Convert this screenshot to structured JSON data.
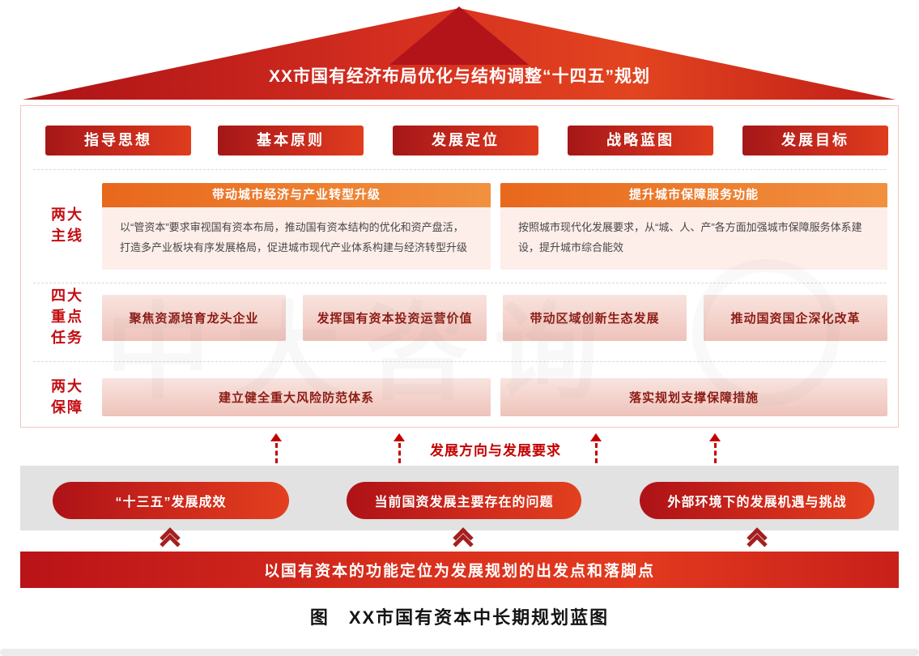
{
  "roof": {
    "title": "XX市国有经济布局优化与结构调整“十四五”规划"
  },
  "nav_buttons": [
    "指导思想",
    "基本原则",
    "发展定位",
    "战略蓝图",
    "发展目标"
  ],
  "sections": {
    "mainlines": {
      "label": "两大\n主线",
      "columns": [
        {
          "header": "带动城市经济与产业转型升级",
          "body": "以“管资本”要求审视国有资本布局，推动国有资本结构的优化和资产盘活，打造多产业板块有序发展格局，促进城市现代产业体系构建与经济转型升级"
        },
        {
          "header": "提升城市保障服务功能",
          "body": "按照城市现代化发展要求，从“城、人、产”各方面加强城市保障服务体系建设，提升城市综合能效"
        }
      ]
    },
    "tasks": {
      "label": "四大\n重点\n任务",
      "items": [
        "聚焦资源培育龙头企业",
        "发挥国有资本投资运营价值",
        "带动区域创新生态发展",
        "推动国资国企深化改革"
      ]
    },
    "guarantees": {
      "label": "两大\n保障",
      "items": [
        "建立健全重大风险防范体系",
        "落实规划支撑保障措施"
      ]
    }
  },
  "arrows": {
    "label": "发展方向与发展要求"
  },
  "foundation": {
    "pills": [
      "“十三五”发展成效",
      "当前国资发展主要存在的问题",
      "外部环境下的发展机遇与挑战"
    ]
  },
  "bottom_bar": {
    "text": "以国有资本的功能定位为发展规划的出发点和落脚点"
  },
  "caption": "图　XX市国有资本中长期规划蓝图",
  "watermark": {
    "text": "中大咨询"
  },
  "colors": {
    "primary_red": "#c21a1a",
    "deep_red": "#a41718",
    "bright_red_orange": "#e03a1e",
    "orange": "#ed7528",
    "light_pink_panel": "#fdeeea",
    "pink_box": "#eec3ba",
    "dark_red_text": "#c30d12",
    "maroon_text": "#8c1c15",
    "gray_band": "#e2e2e2"
  }
}
